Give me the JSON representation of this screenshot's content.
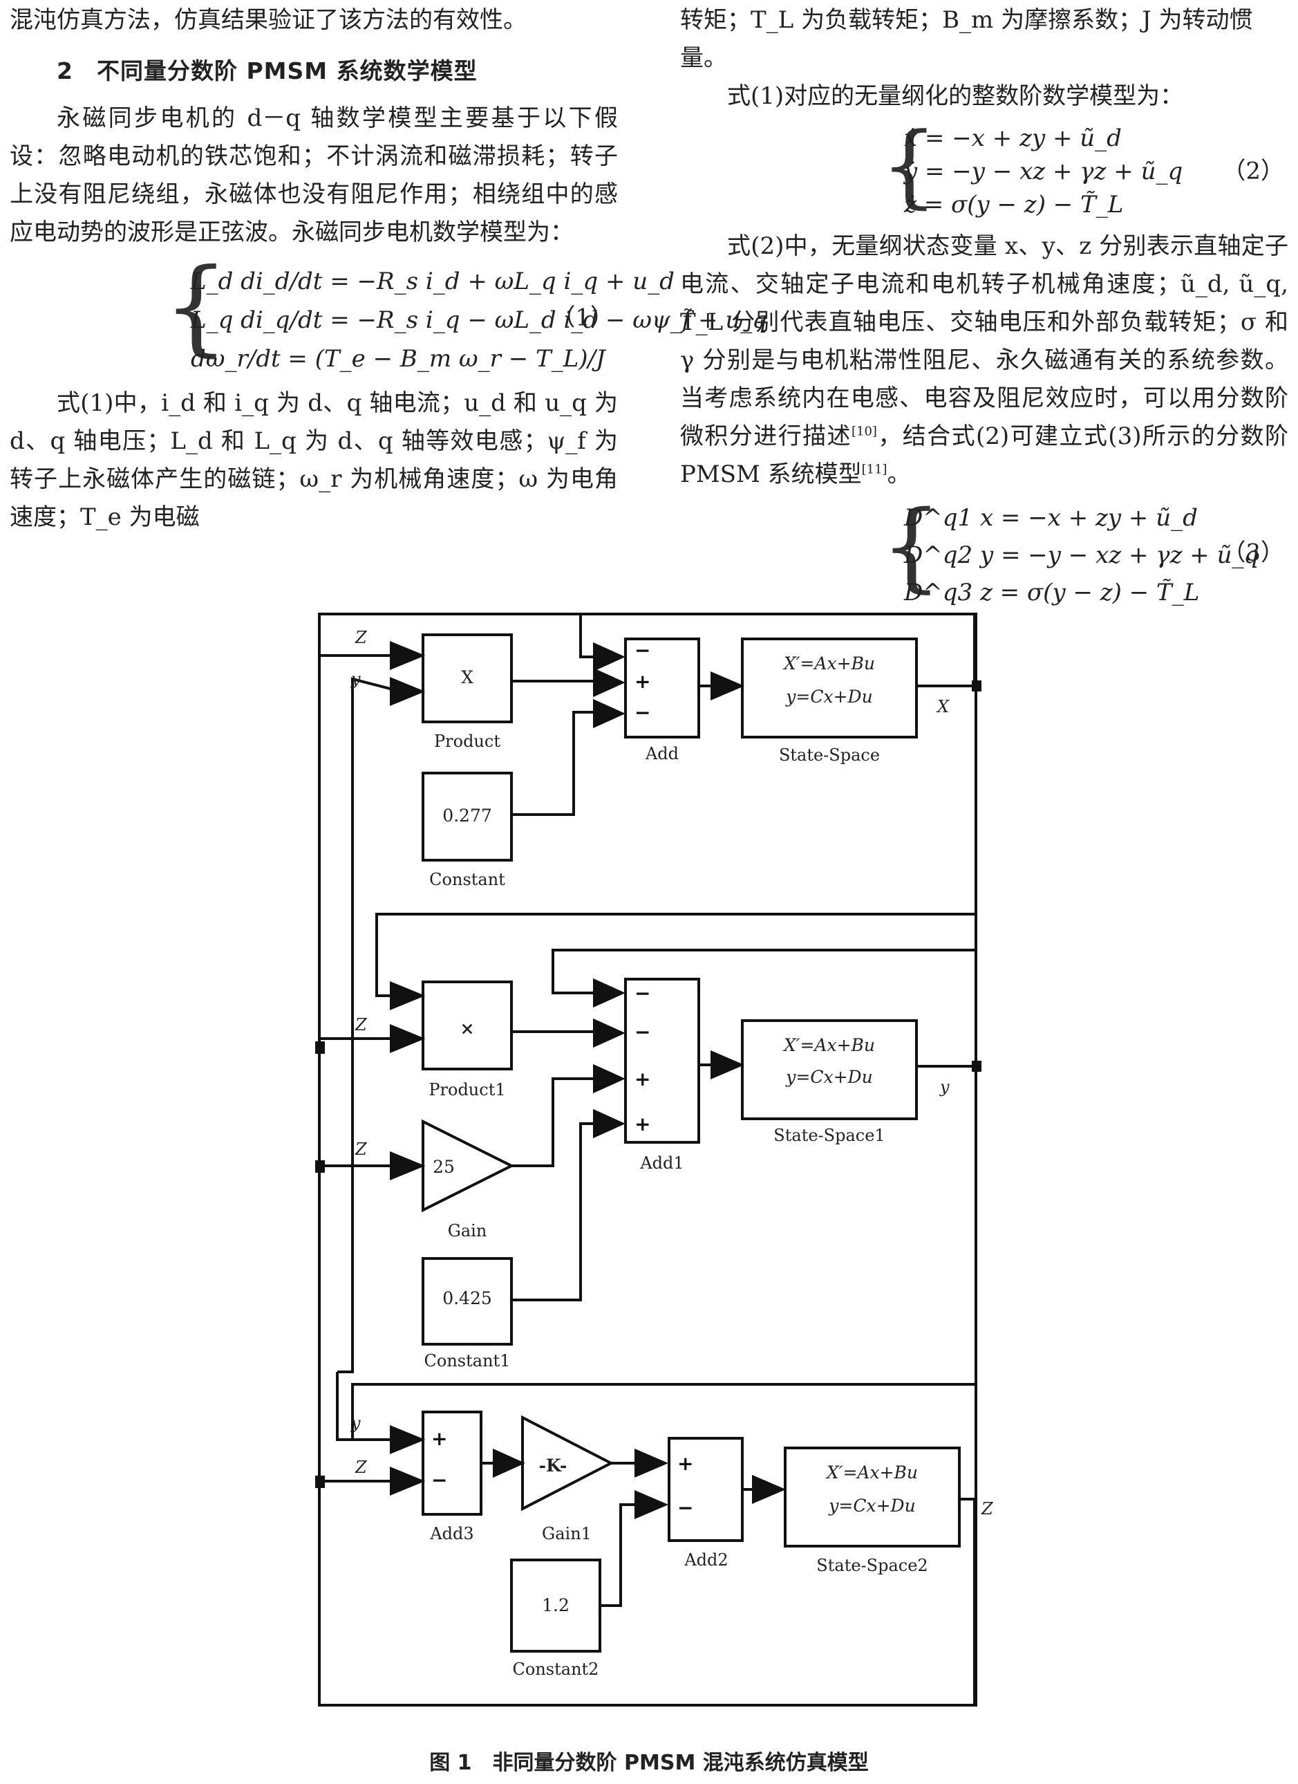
{
  "left_column": {
    "intro_tail": "混沌仿真方法，仿真结果验证了该方法的有效性。",
    "section_heading": "2　不同量分数阶 PMSM 系统数学模型",
    "para1": "永磁同步电机的 d－q 轴数学模型主要基于以下假设：忽略电动机的铁芯饱和；不计涡流和磁滞损耗；转子上没有阻尼绕组，永磁体也没有阻尼作用；相绕组中的感应电动势的波形是正弦波。永磁同步电机数学模型为：",
    "eq1": {
      "line1": "L_d di_d/dt = −R_s i_d + ωL_q i_q + u_d",
      "line2": "L_q di_q/dt = −R_s i_q − ωL_d i_d − ωψ_f + u_q",
      "line3": "dω_r/dt = (T_e − B_m ω_r − T_L)/J",
      "number": "（1）"
    },
    "para2": "式(1)中，i_d 和 i_q 为 d、q 轴电流；u_d 和 u_q 为 d、q 轴电压；L_d 和 L_q 为 d、q 轴等效电感；ψ_f 为转子上永磁体产生的磁链；ω_r 为机械角速度；ω 为电角速度；T_e 为电磁"
  },
  "right_column": {
    "para_top": "转矩；T_L 为负载转矩；B_m 为摩擦系数；J 为转动惯量。",
    "para_eq2_intro": "式(1)对应的无量纲化的整数阶数学模型为：",
    "eq2": {
      "line1": "ẋ = −x + zy + ũ_d",
      "line2": "ẏ = −y − xz + γz + ũ_q",
      "line3": "ż = σ(y − z) − T̃_L",
      "number": "（2）"
    },
    "para3": "式(2)中，无量纲状态变量 x、y、z 分别表示直轴定子电流、交轴定子电流和电机转子机械角速度；ũ_d, ũ_q, T̃_L 分别代表直轴电压、交轴电压和外部负载转矩；σ 和 γ 分别是与电机粘滞性阻尼、永久磁通有关的系统参数。当考虑系统内在电感、电容及阻尼效应时，可以用分数阶微积分进行描述",
    "cite10": "[10]",
    "para3_tail": "，结合式(2)可建立式(3)所示的分数阶 PMSM 系统模型",
    "cite11": "[11]",
    "para3_end": "。",
    "eq3": {
      "line1": "D^q1 x = −x + zy + ũ_d",
      "line2": "D^q2 y = −y − xz + γz + ũ_q",
      "line3": "D^q3 z = σ(y − z) − T̃_L",
      "number": "（3）"
    }
  },
  "figure": {
    "caption": "图 1　非同量分数阶 PMSM 混沌系统仿真模型",
    "blocks": {
      "product": {
        "symbol": "X",
        "label": "Product"
      },
      "constant": {
        "value": "0.277",
        "label": "Constant"
      },
      "add": {
        "signs": [
          "−",
          "+",
          "−"
        ],
        "label": "Add"
      },
      "state_space": {
        "eq1": "X′=Ax+Bu",
        "eq2": "y=Cx+Du",
        "label": "State-Space",
        "out": "X"
      },
      "product1": {
        "symbol": "×",
        "label": "Product1"
      },
      "gain": {
        "value": "25",
        "label": "Gain"
      },
      "constant1": {
        "value": "0.425",
        "label": "Constant1"
      },
      "add1": {
        "signs": [
          "−",
          "−",
          "+",
          "+"
        ],
        "label": "Add1"
      },
      "state_space1": {
        "eq1": "X′=Ax+Bu",
        "eq2": "y=Cx+Du",
        "label": "State-Space1",
        "out": "y"
      },
      "add3": {
        "signs": [
          "+",
          "−"
        ],
        "label": "Add3"
      },
      "gain1": {
        "value": "-K-",
        "label": "Gain1"
      },
      "add2": {
        "signs": [
          "+",
          "−"
        ],
        "label": "Add2"
      },
      "constant2": {
        "value": "1.2",
        "label": "Constant2"
      },
      "state_space2": {
        "eq1": "X′=Ax+Bu",
        "eq2": "y=Cx+Du",
        "label": "State-Space2",
        "out": "Z"
      }
    },
    "signals": {
      "z1": "Z",
      "y1": "y",
      "z2": "Z",
      "z3": "Z",
      "y3": "y",
      "z4": "Z"
    }
  }
}
